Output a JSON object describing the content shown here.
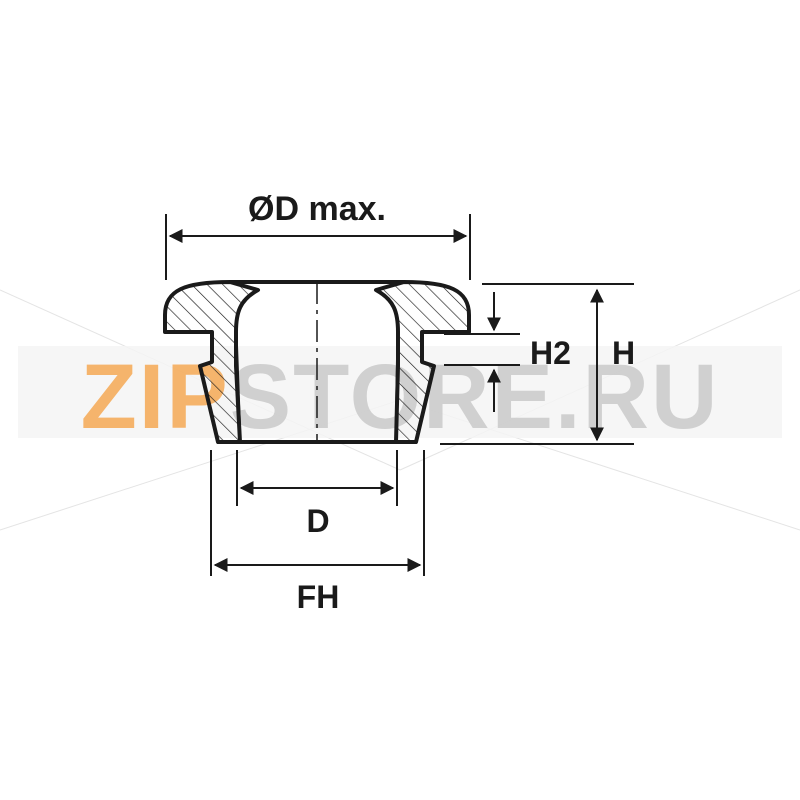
{
  "diagram": {
    "labels": {
      "od_max": "ØD max.",
      "h2": "H2",
      "h": "H",
      "d": "D",
      "fh": "FH"
    }
  },
  "watermark": {
    "part1": "ZIP",
    "part2": "STORE.RU",
    "color1": "#f5a44a",
    "color2": "#c8c8c8"
  },
  "colors": {
    "line": "#1a1a1a",
    "background": "#ffffff",
    "watermark_band": "#f2f2f2"
  }
}
